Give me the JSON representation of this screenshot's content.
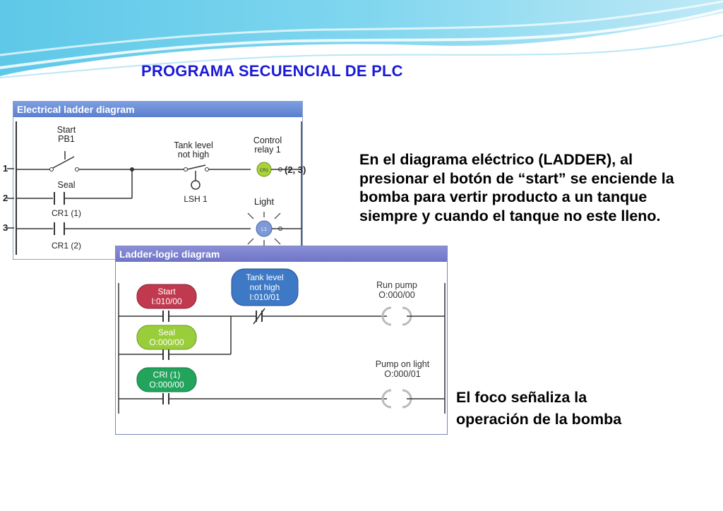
{
  "slide": {
    "title": "PROGRAMA SECUENCIAL DE PLC",
    "paragraph1": "En el diagrama eléctrico (LADDER), al presionar el botón de “start” se enciende la bomba para vertir producto a un tanque siempre y cuando el tanque no este lleno.",
    "paragraph2_line1": "El foco señaliza la",
    "paragraph2_line2": "operación de la bomba"
  },
  "electrical": {
    "header": "Electrical ladder diagram",
    "rungs": [
      "1",
      "2",
      "3"
    ],
    "start_label1": "Start",
    "start_label2": "PB1",
    "tank_label1": "Tank level",
    "tank_label2": "not high",
    "lsh_label": "LSH 1",
    "control_label1": "Control",
    "control_label2": "relay 1",
    "cr1_coil": "CR1",
    "ref": "(2, 3)",
    "seal_label": "Seal",
    "cr1_a": "CR1 (1)",
    "light_label": "Light",
    "l1": "L1",
    "cr1_b": "CR1 (2)",
    "colors": {
      "relay_coil": "#a9d23a",
      "light": "#7e9ad8"
    }
  },
  "ladder_logic": {
    "header": "Ladder-logic diagram",
    "start": {
      "name": "Start",
      "addr": "I:010/00",
      "color": "#c0394f"
    },
    "tank": {
      "name1": "Tank level",
      "name2": "not high",
      "addr": "I:010/01",
      "color": "#3e79c6"
    },
    "seal": {
      "name": "Seal",
      "addr": "O:000/00",
      "color": "#9acd3a"
    },
    "cri": {
      "name": "CRI (1)",
      "addr": "O:000/00",
      "color": "#22a45d"
    },
    "run_pump": {
      "name": "Run pump",
      "addr": "O:000/00"
    },
    "pump_light": {
      "name": "Pump on light",
      "addr": "O:000/01"
    }
  }
}
